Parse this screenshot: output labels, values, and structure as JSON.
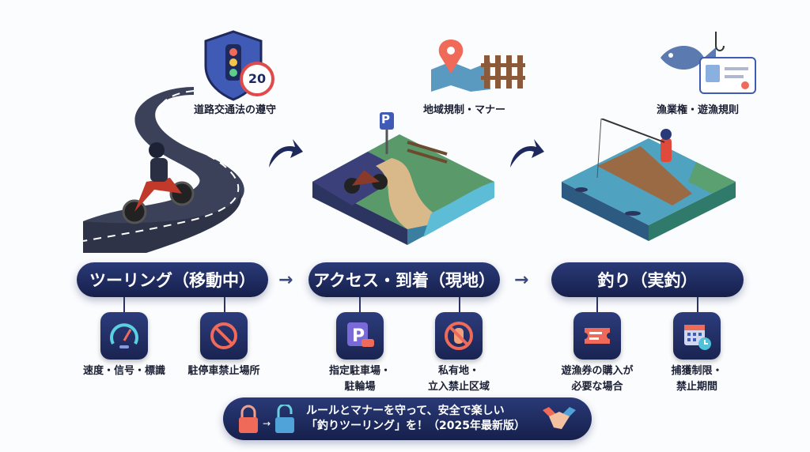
{
  "top_labels": {
    "traffic": "道路交通法の遵守",
    "local": "地域規制・マナー",
    "fishing": "漁業権・遊漁規則"
  },
  "speed_sign": "20",
  "parking_sign": "P",
  "stages": [
    {
      "label": "ツーリング（移動中）"
    },
    {
      "label": "アクセス・到着（現地）"
    },
    {
      "label": "釣り（実釣）"
    }
  ],
  "flow_arrow": "→",
  "items": [
    {
      "icon": "speedometer-icon",
      "lines": [
        "速度・信号・標識"
      ]
    },
    {
      "icon": "no-parking-icon",
      "lines": [
        "駐停車禁止場所"
      ]
    },
    {
      "icon": "parking-icon",
      "lines": [
        "指定駐車場・",
        "駐輪場"
      ]
    },
    {
      "icon": "no-entry-hand-icon",
      "lines": [
        "私有地・",
        "立入禁止区域"
      ]
    },
    {
      "icon": "ticket-icon",
      "lines": [
        "遊漁券の購入が",
        "必要な場合"
      ]
    },
    {
      "icon": "calendar-clock-icon",
      "lines": [
        "捕獲制限・",
        "禁止期間"
      ]
    }
  ],
  "banner": {
    "line1": "ルールとマナーを守って、安全で楽しい",
    "line2": "「釣りツーリング」を！（2025年最新版）"
  },
  "colors": {
    "navy": "#1e2a5e",
    "accent_red": "#f06a5a",
    "accent_teal": "#4fc3d9"
  }
}
